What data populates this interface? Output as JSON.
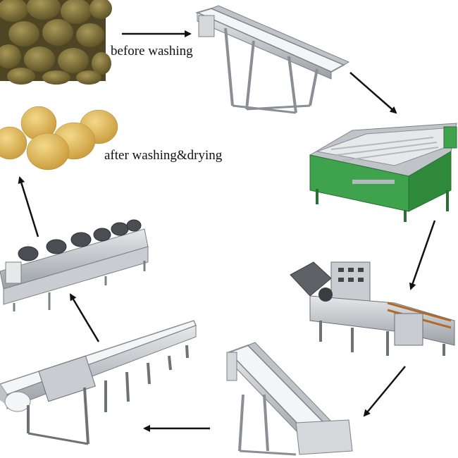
{
  "captions": {
    "before": "before washing",
    "after": "after washing&drying"
  },
  "stages": [
    {
      "icon": "raw-potatoes-photo"
    },
    {
      "icon": "inclined-elevator-conveyor-1"
    },
    {
      "icon": "brush-washing-peeling-machine"
    },
    {
      "icon": "bubble-washing-machine"
    },
    {
      "icon": "inclined-elevator-conveyor-2"
    },
    {
      "icon": "picking-belt-conveyor"
    },
    {
      "icon": "air-drying-machine"
    },
    {
      "icon": "clean-potatoes-photo"
    }
  ],
  "colors": {
    "steel": "#c9ccd0",
    "steel_dark": "#8a8f95",
    "belt": "#f4f5f6",
    "washer_green": "#3fa34d",
    "potato": "#d9b45a",
    "dirty_potato": "#8a7a3e",
    "arrow": "#111111"
  }
}
